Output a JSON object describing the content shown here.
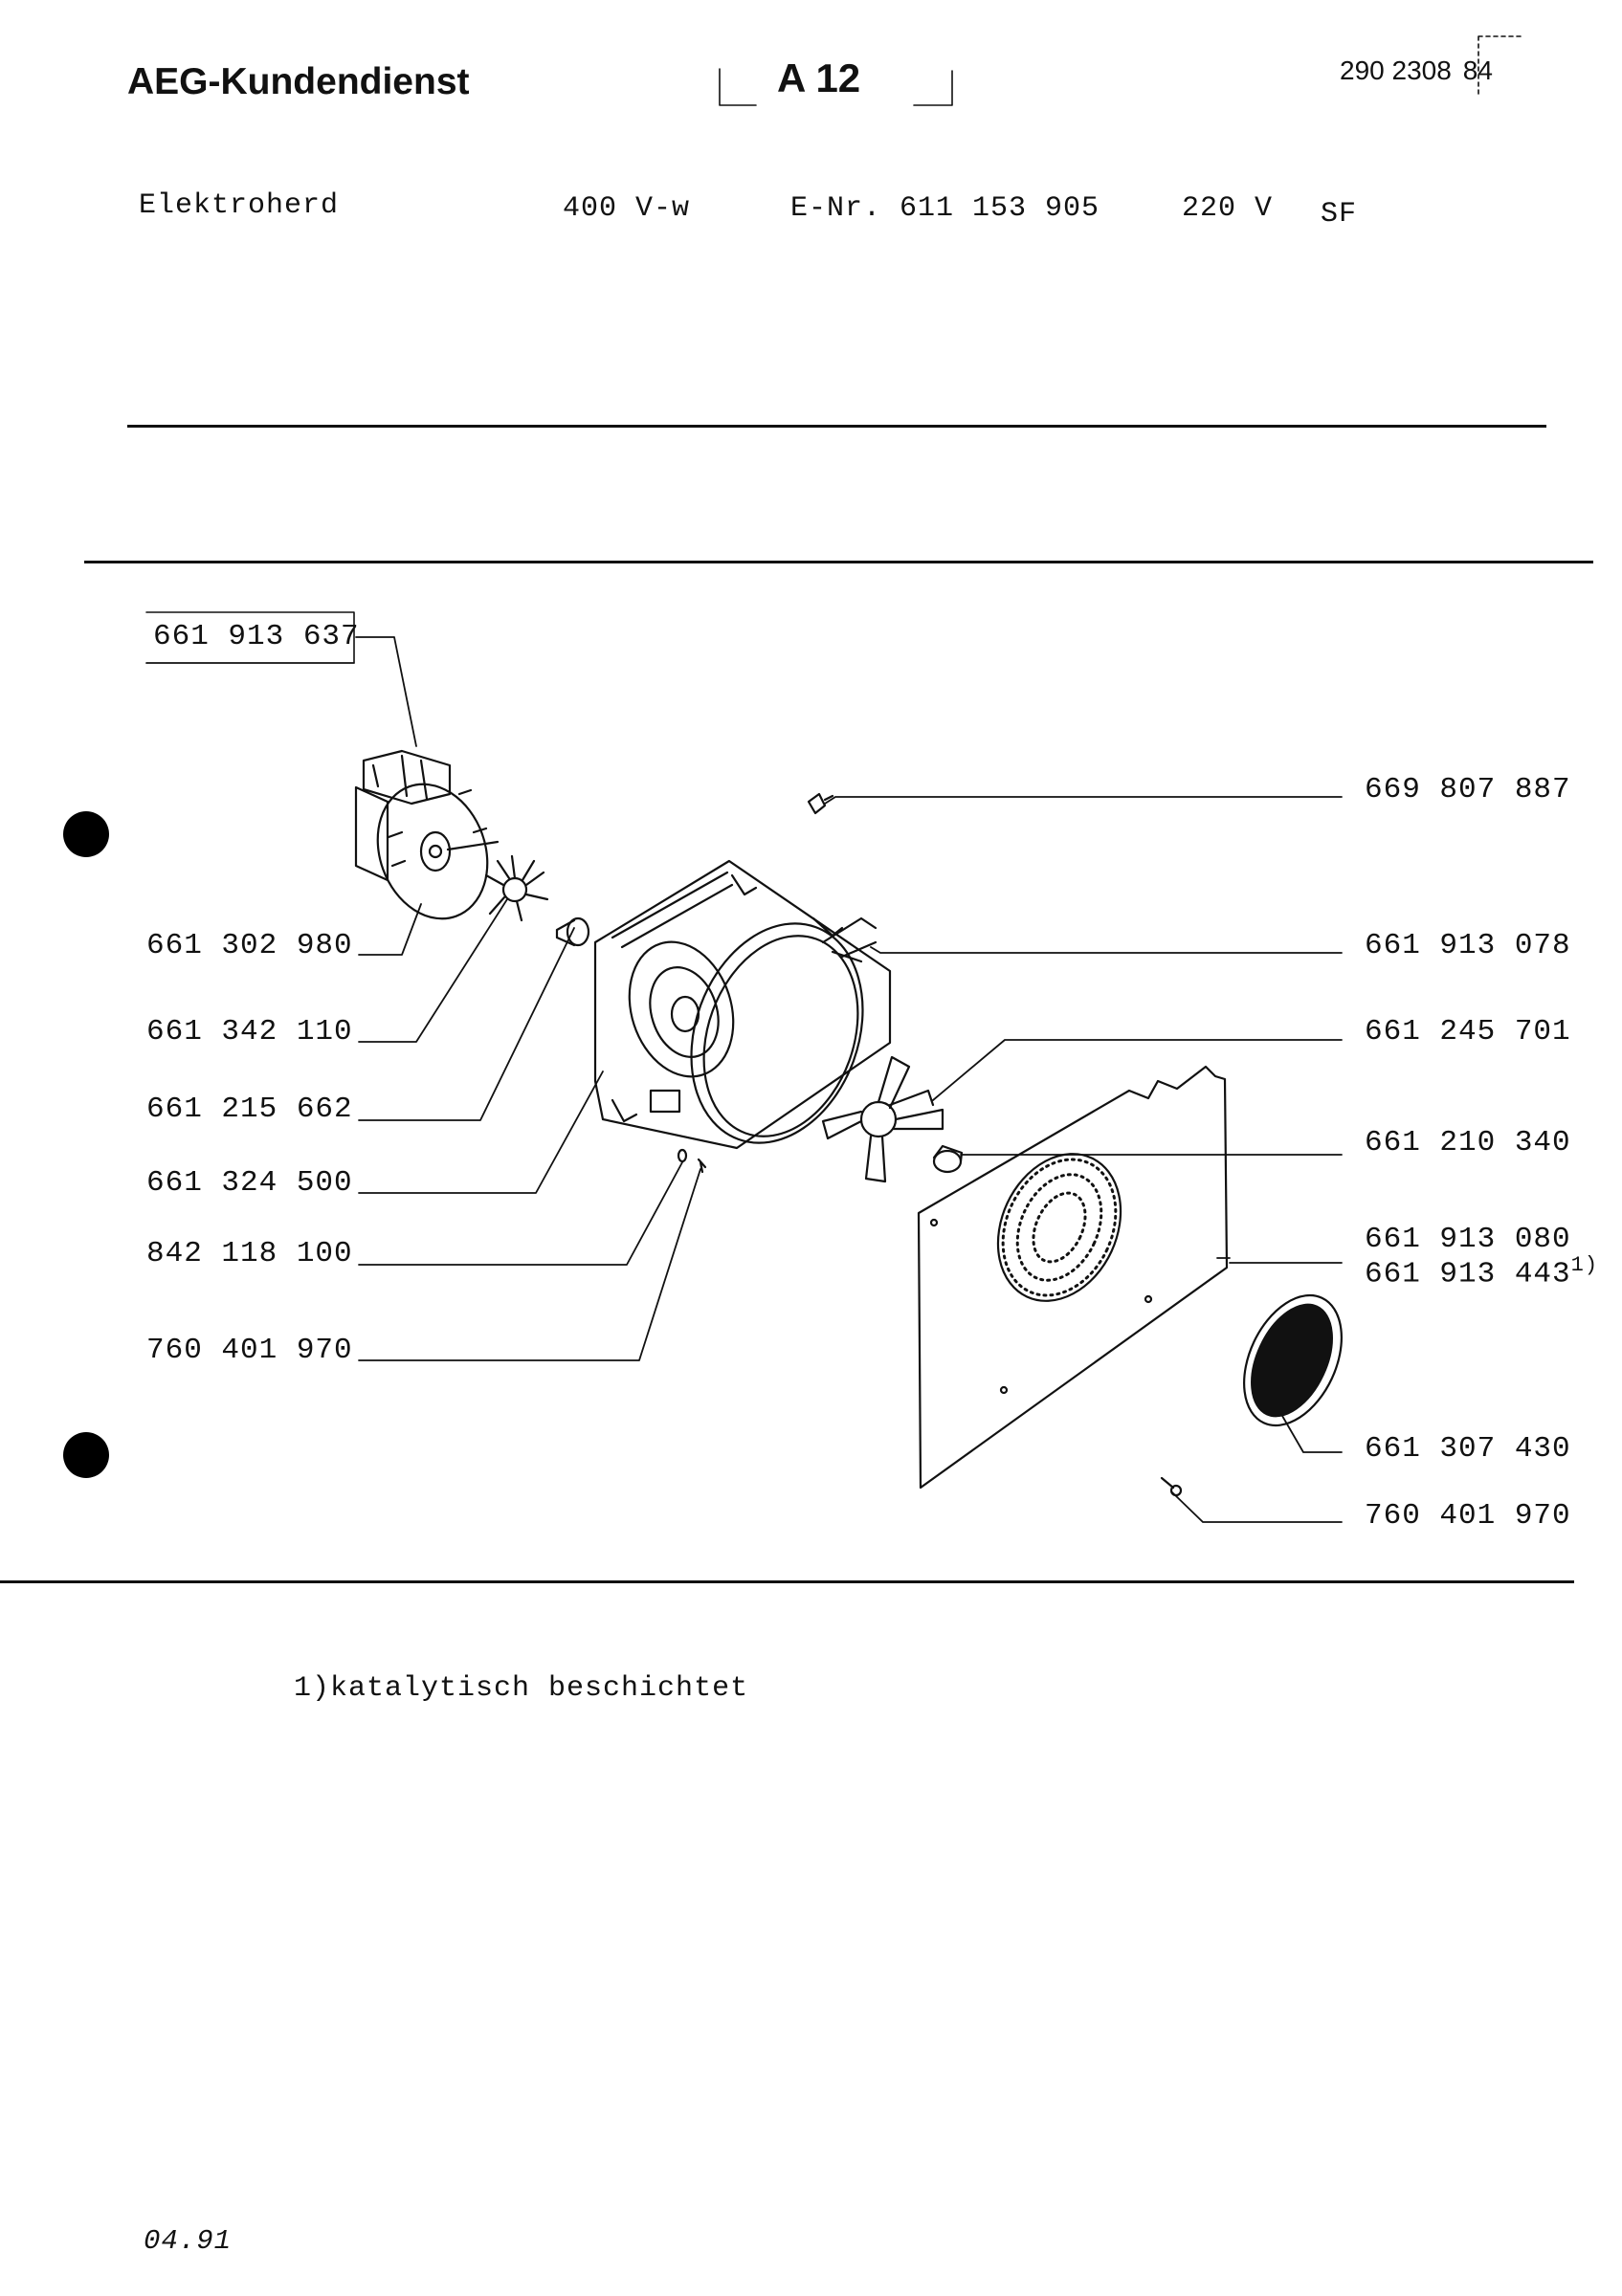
{
  "header": {
    "brand": "AEG-Kundendienst",
    "sheet": "A 12",
    "doc_number": "290 2308",
    "doc_suffix": "84"
  },
  "product": {
    "name": "Elektroherd",
    "voltage_type": "400 V-w",
    "enr": "E-Nr. 611 153 905",
    "voltage": "220 V",
    "code": "SF"
  },
  "parts": {
    "p1": "661 913 637",
    "p2": "669 807 887",
    "p3": "661 302 980",
    "p4": "661 913 078",
    "p5": "661 342 110",
    "p6": "661 245 701",
    "p7": "661 215 662",
    "p8": "661 210 340",
    "p9": "661 324 500",
    "p10": "842 118 100",
    "p11": "661 913 080",
    "p12": "661 913 443",
    "p12_note_ref": "1)",
    "p13": "760 401 970",
    "p14": "661 307 430",
    "p15": "760 401 970"
  },
  "footnote": "1)katalytisch beschichtet",
  "date": "04.91"
}
